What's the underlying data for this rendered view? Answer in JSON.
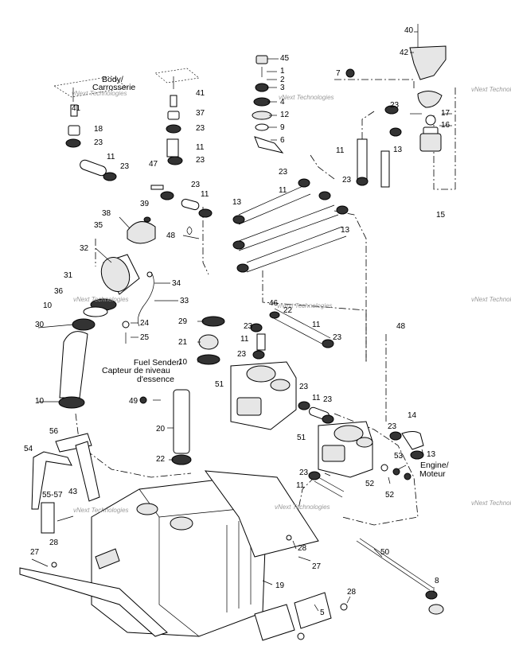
{
  "labels": {
    "p1": "1",
    "p2": "2",
    "p3": "3",
    "p4": "4",
    "p5": "5",
    "p6": "6",
    "p7": "7",
    "p8": "8",
    "p9": "9",
    "p10": "10",
    "p11": "11",
    "p12": "12",
    "p13": "13",
    "p14": "14",
    "p15": "15",
    "p16": "16",
    "p17": "17",
    "p18": "18",
    "p19": "19",
    "p20": "20",
    "p21": "21",
    "p22": "22",
    "p23": "23",
    "p24": "24",
    "p25": "25",
    "p27": "27",
    "p28": "28",
    "p29": "29",
    "p30": "30",
    "p31": "31",
    "p32": "32",
    "p33": "33",
    "p34": "34",
    "p35": "35",
    "p36": "36",
    "p37": "37",
    "p38": "38",
    "p39": "39",
    "p40": "40",
    "p41": "41",
    "p42": "42",
    "p43": "43",
    "p45": "45",
    "p46": "46",
    "p47": "47",
    "p48": "48",
    "p49": "49",
    "p50": "50",
    "p51": "51",
    "p52": "52",
    "p53": "53",
    "p54": "54",
    "p55_57": "55-57",
    "p56": "56"
  },
  "text": {
    "body_en": "Body/",
    "body_fr": "Carrosserie",
    "fuel_sender_en": "Fuel Sender/",
    "fuel_sender_fr1": "Capteur de niveau",
    "fuel_sender_fr2": "d'essence",
    "engine_en": "Engine/",
    "engine_fr": "Moteur"
  },
  "watermark": "vNext Technologies"
}
